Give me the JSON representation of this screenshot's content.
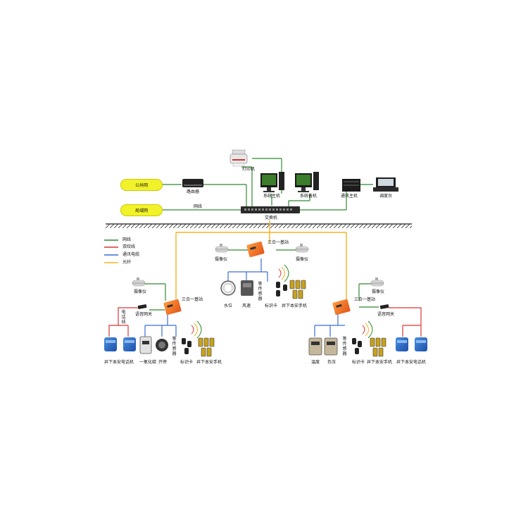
{
  "nodes": {
    "public_net": "公共网",
    "lan": "局域网",
    "router": "路由器",
    "printer": "打印机",
    "system_host": "系统主机",
    "system_backup": "系统备机",
    "comm_host": "通讯主机",
    "dispatch": "调度台",
    "switch": "交换机",
    "net_line": "网线"
  },
  "legend": [
    {
      "label": "网线",
      "color": "#2e8b2e"
    },
    {
      "label": "双绞线",
      "color": "#d93636"
    },
    {
      "label": "通讯电缆",
      "color": "#3a6fd8"
    },
    {
      "label": "光纤",
      "color": "#f5b323"
    }
  ],
  "center_station": {
    "title": "三合一基站",
    "camera_left": "摄像仪",
    "camera_right": "摄像仪",
    "water_level": "水位",
    "wind_speed": "风速",
    "sensors": "等传感器",
    "id_card": "标识卡",
    "handset": "井下本安手机"
  },
  "left_station": {
    "title": "三合一基站",
    "camera": "摄像仪",
    "voice_gateway": "语音网关",
    "phone_line": "电话线",
    "phones": "井下本安电话机",
    "co_sensor": "一氧化碳",
    "switch_sensor": "开停",
    "sensors": "等传感器",
    "id_card": "标识卡",
    "handset": "井下本安手机"
  },
  "right_station": {
    "title": "三合一基站",
    "camera": "摄像仪",
    "voice_gateway": "语音网关",
    "temperature": "温度",
    "pressure": "负压",
    "sensors": "等传感器",
    "id_card": "标识卡",
    "handset": "井下本安手机",
    "phones": "井下本安电话机"
  }
}
